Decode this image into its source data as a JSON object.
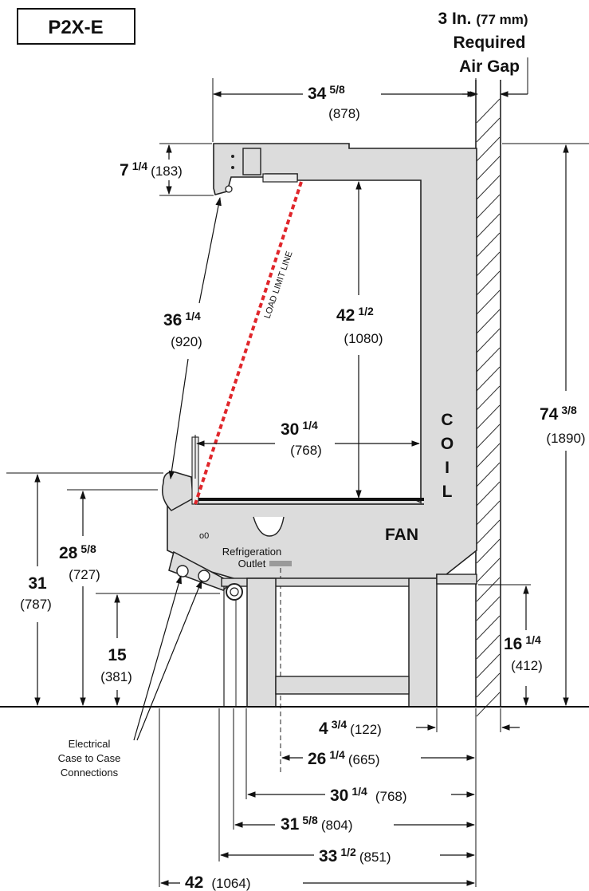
{
  "model": "P2X-E",
  "air_gap": {
    "value": "3 In.",
    "mm": "(77 mm)",
    "line1": "Required",
    "line2": "Air Gap"
  },
  "labels": {
    "load_limit": "LOAD LIMIT LINE",
    "coil": [
      "C",
      "O",
      "I",
      "L"
    ],
    "fan": "FAN",
    "refrigeration_line1": "Refrigeration",
    "refrigeration_line2": "Outlet",
    "electrical_line1": "Electrical",
    "electrical_line2": "Case to Case",
    "electrical_line3": "Connections"
  },
  "dimensions": {
    "top_width": {
      "whole": "34",
      "frac": "5/8",
      "mm": "(878)"
    },
    "canopy_height": {
      "whole": "7",
      "frac": "1/4",
      "mm": "(183)"
    },
    "diagonal": {
      "whole": "36",
      "frac": "1/4",
      "mm": "(920)"
    },
    "interior_height": {
      "whole": "42",
      "frac": "1/2",
      "mm": "(1080)"
    },
    "shelf_depth": {
      "whole": "30",
      "frac": "1/4",
      "mm": "(768)"
    },
    "overall_height": {
      "whole": "74",
      "frac": "3/8",
      "mm": "(1890)"
    },
    "front_height": {
      "whole": "31",
      "mm": "(787)"
    },
    "deck_height": {
      "whole": "28",
      "frac": "5/8",
      "mm": "(727)"
    },
    "bumper_height": {
      "whole": "15",
      "mm": "(381)"
    },
    "rear_base_height": {
      "whole": "16",
      "frac": "1/4",
      "mm": "(412)"
    },
    "d_122": {
      "whole": "4",
      "frac": "3/4",
      "mm": "(122)"
    },
    "d_665": {
      "whole": "26",
      "frac": "1/4",
      "mm": "(665)"
    },
    "d_768": {
      "whole": "30",
      "frac": "1/4",
      "mm": "(768)"
    },
    "d_804": {
      "whole": "31",
      "frac": "5/8",
      "mm": "(804)"
    },
    "d_851": {
      "whole": "33",
      "frac": "1/2",
      "mm": "(851)"
    },
    "d_1064": {
      "whole": "42",
      "mm": "(1064)"
    }
  },
  "colors": {
    "case_fill": "#dcdcdc",
    "load_limit_line": "#e0262b",
    "outlet_marker": "#9a9a9a"
  }
}
